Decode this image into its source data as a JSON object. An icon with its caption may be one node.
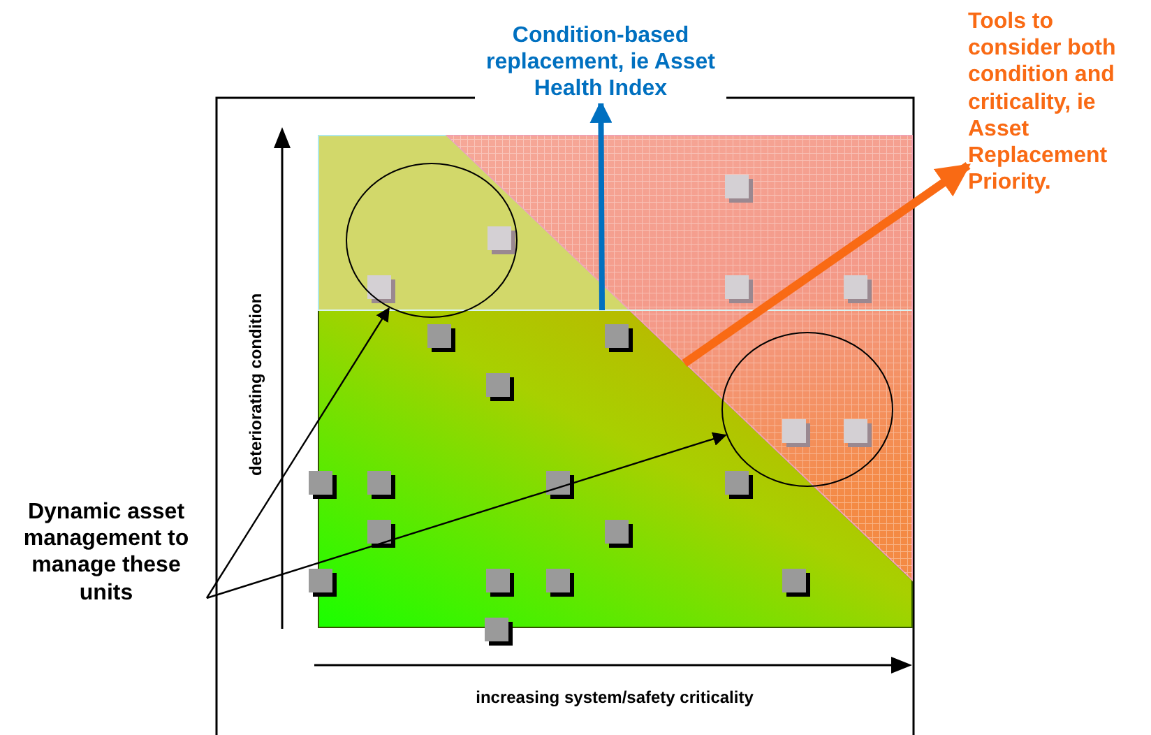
{
  "diagram": {
    "nodes": [
      {
        "text": [
          "Dynamic asset management to manage these units"
        ]
      },
      {
        "text": [],
        "shape": "circle"
      },
      {
        "text": [],
        "shape": "circle"
      },
      {
        "text": [
          "Condition-based replacement, ie Asset Health Index"
        ]
      },
      {
        "text": [
          "Tools to consider both condition and criticality, ie Asset Replacement Priority."
        ]
      }
    ],
    "edges": [
      {
        "from": 0,
        "to": 1,
        "arrow": "to"
      },
      {
        "from": 0,
        "to": 2,
        "arrow": "to"
      },
      {
        "from": null,
        "to": 3,
        "arrow": "to",
        "style": "thick",
        "color": "#0070c0"
      },
      {
        "from": null,
        "to": 4,
        "arrow": "to",
        "style": "thick",
        "color": "#f96a14"
      }
    ],
    "labels": [
      "deteriorating condition",
      "increasing system/safety criticality"
    ]
  }
}
